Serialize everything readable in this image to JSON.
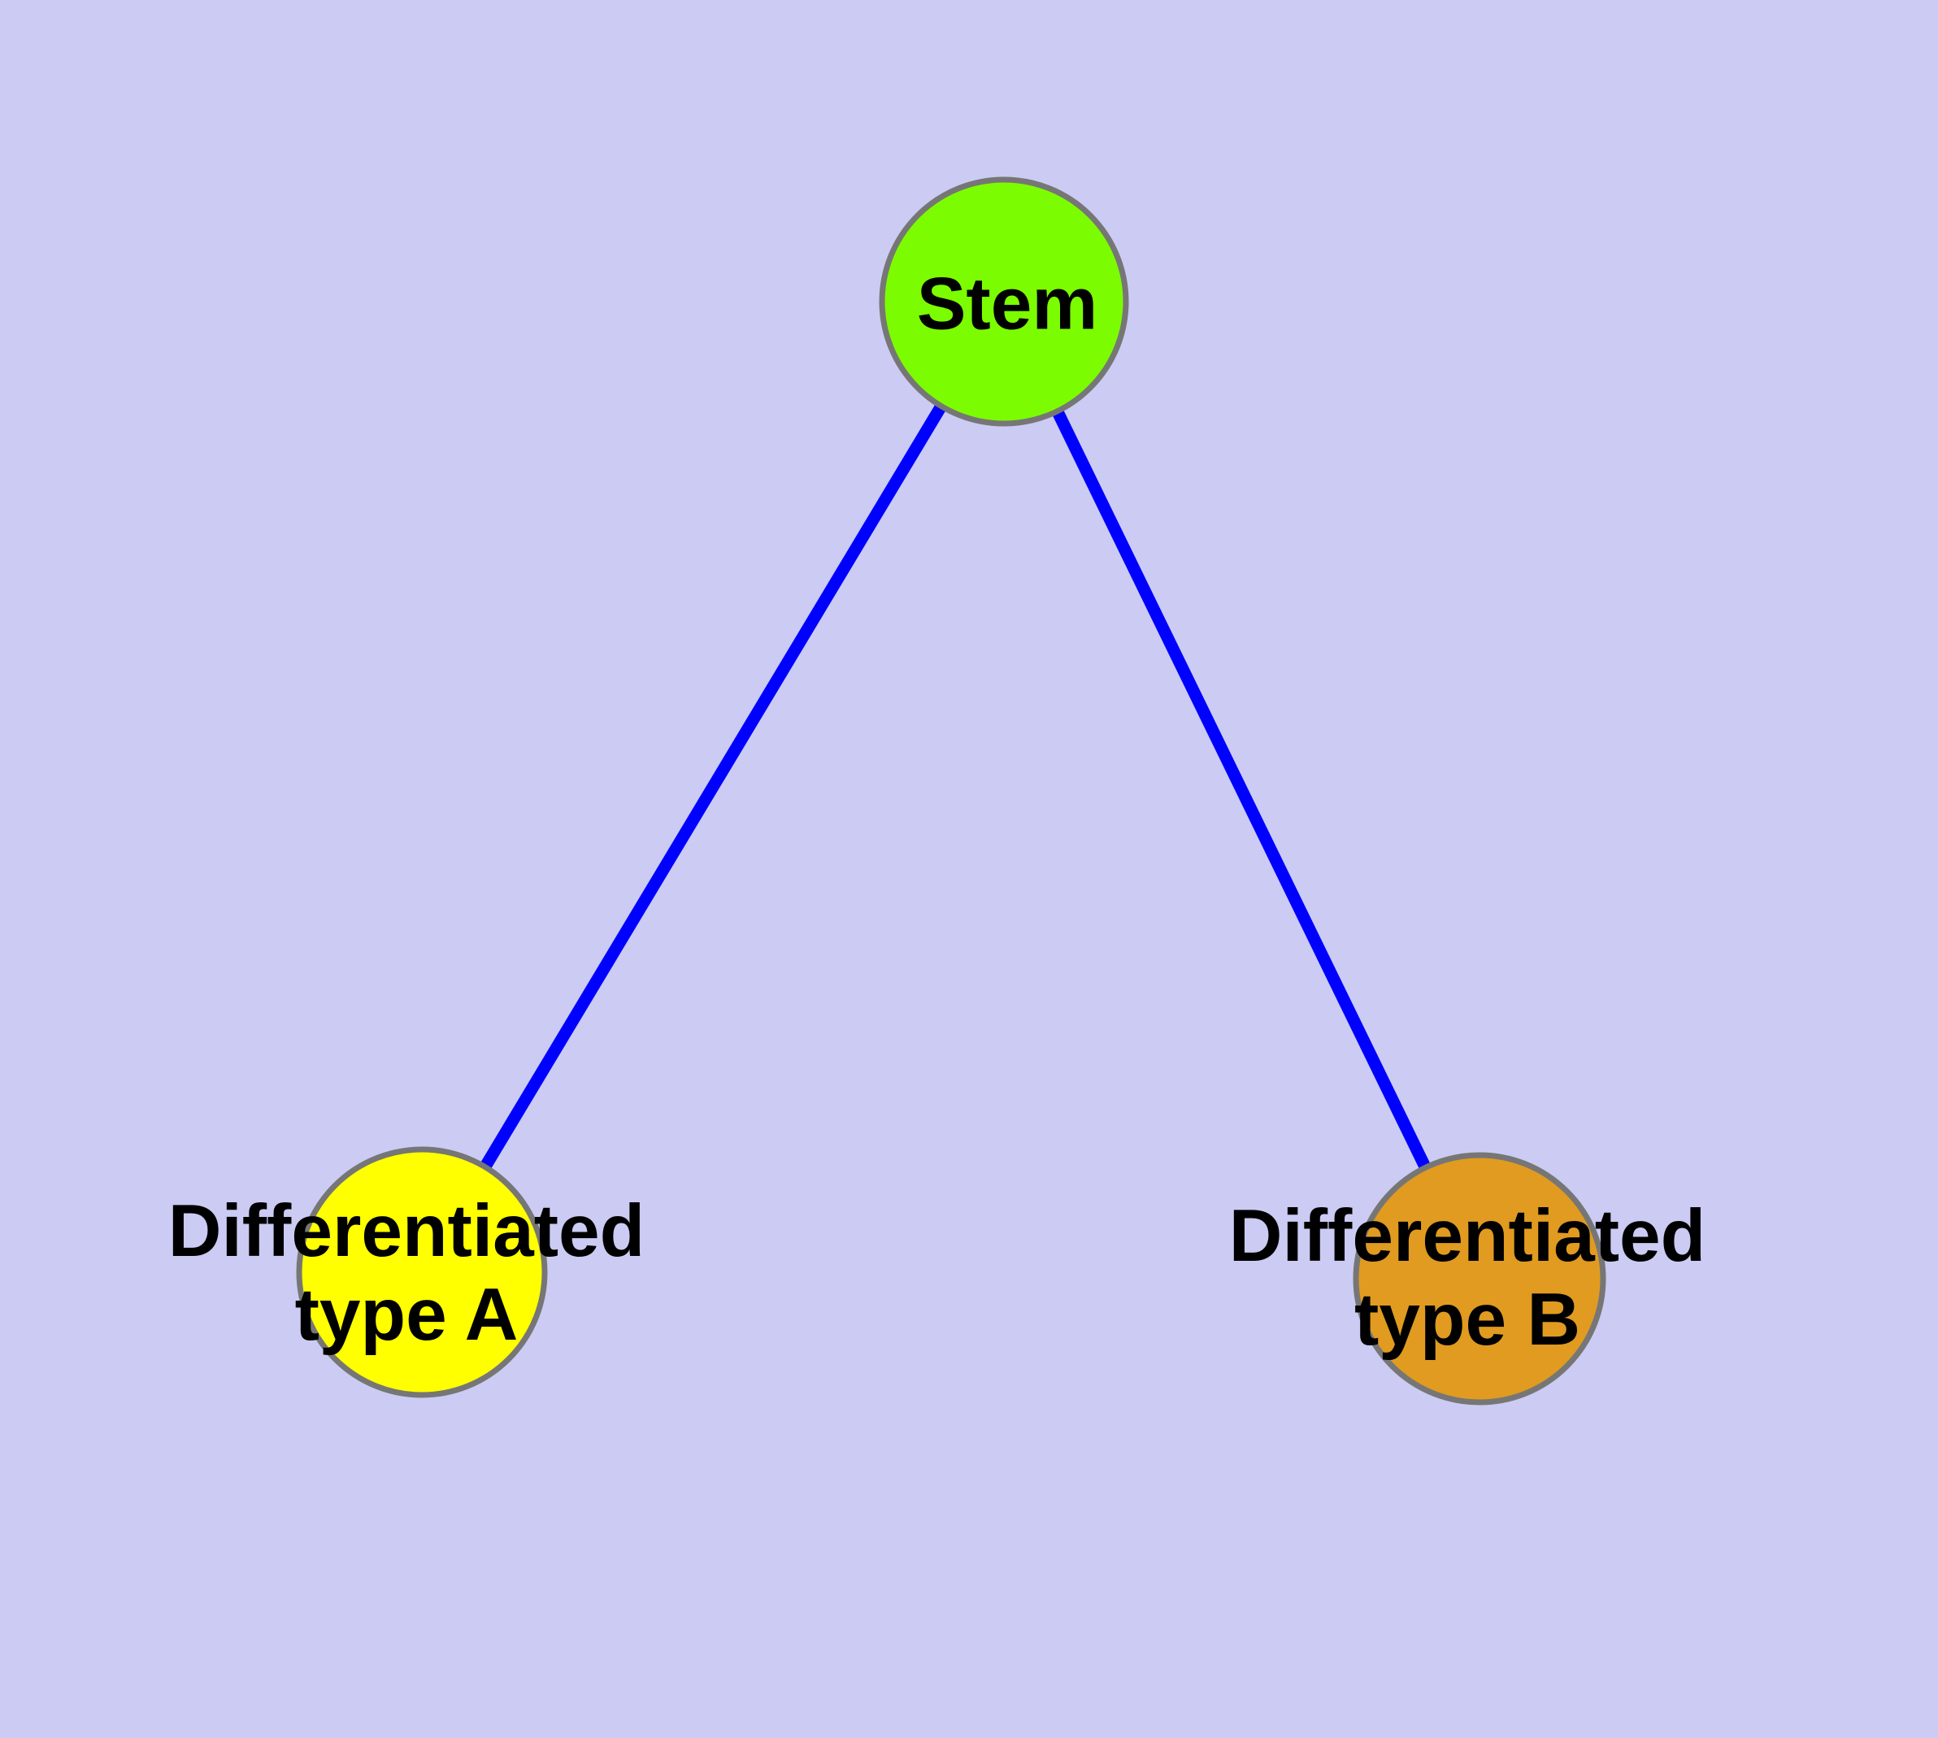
{
  "canvas": {
    "background_color": "#CBCBF3"
  },
  "graph": {
    "nodes": [
      {
        "id": "stem",
        "label_lines": [
          "Stem"
        ],
        "fill_color": "#7CFC00",
        "border_color": "#767676",
        "text_color": "#000000"
      },
      {
        "id": "type_a",
        "label_lines": [
          "Differentiated",
          "type A"
        ],
        "fill_color": "#FFFF00",
        "border_color": "#767676",
        "text_color": "#000000"
      },
      {
        "id": "type_b",
        "label_lines": [
          "Differentiated",
          "type B"
        ],
        "fill_color": "#E09B20",
        "border_color": "#767676",
        "text_color": "#000000"
      }
    ],
    "edges": [
      {
        "from": "stem",
        "to": "type_a",
        "color": "#0000FF"
      },
      {
        "from": "stem",
        "to": "type_b",
        "color": "#0000FF"
      }
    ]
  }
}
